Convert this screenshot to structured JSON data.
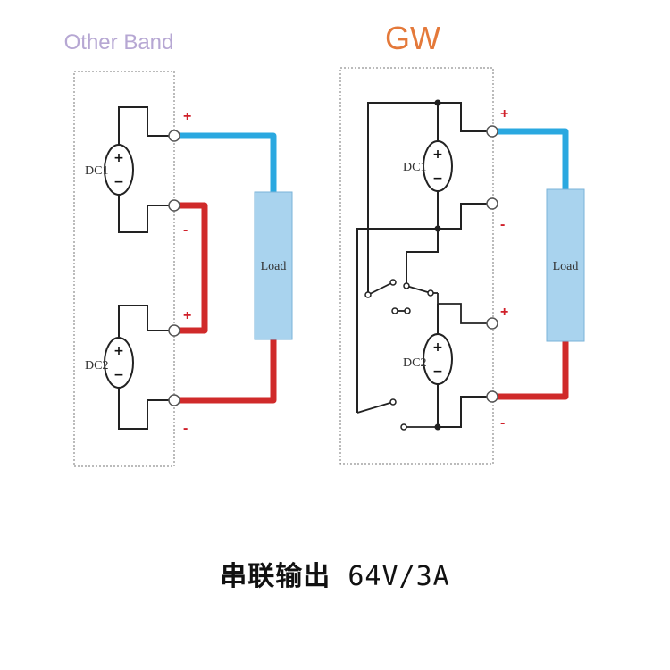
{
  "left_panel": {
    "title": "Other Band",
    "source_top": "DC1",
    "source_bottom": "DC2",
    "load": "Load",
    "polarity": [
      "+",
      "-",
      "+",
      "-"
    ]
  },
  "right_panel": {
    "title": "GW",
    "source_top": "DC1",
    "source_bottom": "DC2",
    "load": "Load",
    "polarity": [
      "+",
      "-",
      "+",
      "-"
    ]
  },
  "caption": {
    "mode": "串联输出",
    "rating": "64V/3A"
  },
  "colors": {
    "positive_wire": "#2aa8e0",
    "negative_wire": "#d02a2a",
    "load_fill": "#a9d3ee",
    "frame": "#777777",
    "left_title": "#b6a7d3",
    "right_title": "#e4793a"
  }
}
